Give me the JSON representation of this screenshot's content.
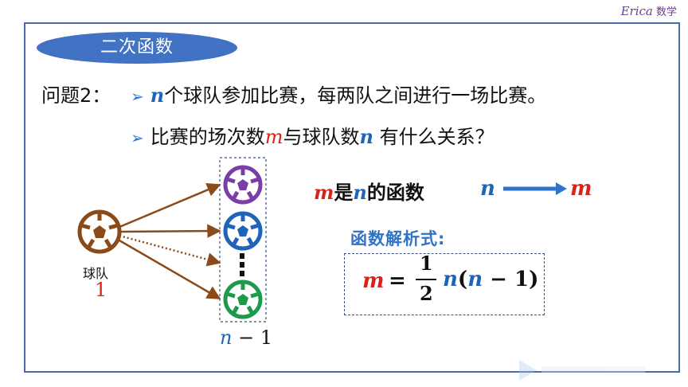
{
  "brand": {
    "name": "Erica",
    "subject": "数学"
  },
  "topic_pill": "二次函数",
  "question": {
    "label": "问题2：",
    "bullet1_var": "n",
    "bullet1_text": "个球队参加比赛，每两队之间进行一场比赛。",
    "bullet2_text_a": "比赛的场次数",
    "bullet2_var_m": "m",
    "bullet2_text_b": "与球队数",
    "bullet2_var_n": "n",
    "bullet2_text_c": " 有什么关系？"
  },
  "diagram": {
    "team_label": "球队",
    "team_number": "1",
    "count_var": "n",
    "count_rest": " − 1",
    "colors": {
      "source_ball": "#8b4a1a",
      "ball_1": "#7a3fa6",
      "ball_2": "#1f64b8",
      "ball_3": "#1e9a4a",
      "arrow": "#8b4a1a"
    }
  },
  "relation": {
    "var_m": "m",
    "text_a": "是",
    "var_n": "n",
    "text_b": "的函数",
    "map_from": "n",
    "map_to": "m"
  },
  "expression": {
    "label": "函数解析式:",
    "lhs": "m",
    "eq": "=",
    "numerator": "1",
    "denominator": "2",
    "var_n": "n",
    "paren_open": "(",
    "var_n2": "n",
    "minus_one": " − 1)"
  },
  "colors": {
    "accent_blue": "#2f73c9",
    "var_red": "#d8231a",
    "frame": "#4a6aa8",
    "pill": "#4272c4"
  }
}
